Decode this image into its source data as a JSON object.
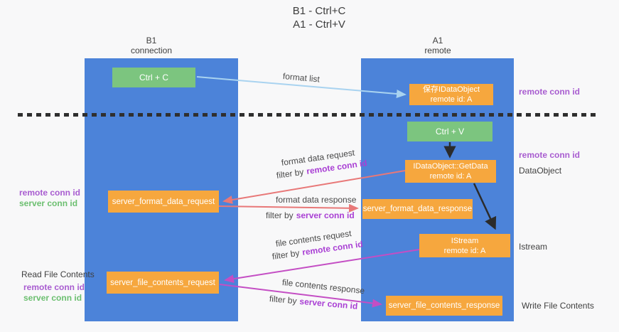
{
  "title": {
    "line1": "B1 - Ctrl+C",
    "line2": "A1 - Ctrl+V"
  },
  "lanes": {
    "left": {
      "header_line1": "B1",
      "header_line2": "connection"
    },
    "right": {
      "header_line1": "A1",
      "header_line2": "remote"
    }
  },
  "boxes": {
    "ctrl_c": {
      "label": "Ctrl + C"
    },
    "ctrl_v": {
      "label": "Ctrl + V"
    },
    "save_dataobject": {
      "line1": "保存IDataObject",
      "line2": "remote id: A"
    },
    "getdata": {
      "line1": "IDataObject::GetData",
      "line2": "remote id: A"
    },
    "istream": {
      "line1": "IStream",
      "line2": "remote id: A"
    },
    "server_format_data_request": {
      "label": "server_format_data_request"
    },
    "server_format_data_response": {
      "label": "server_format_data_response"
    },
    "server_file_contents_request": {
      "label": "server_file_contents_request"
    },
    "server_file_contents_response": {
      "label": "server_file_contents_response"
    }
  },
  "arrows": {
    "format_list": {
      "label": "format list"
    },
    "format_data_request": {
      "label": "format data request",
      "filter_prefix": "filter by",
      "filter_key": "remote conn id"
    },
    "format_data_response": {
      "label": "format data response",
      "filter_prefix": "filter by",
      "filter_key": "server conn id"
    },
    "file_contents_request": {
      "label": "file contents request",
      "filter_prefix": "filter by",
      "filter_key": "remote conn id"
    },
    "file_contents_response": {
      "label": "file contents response",
      "filter_prefix": "filter by",
      "filter_key": "server conn id"
    }
  },
  "annotations": {
    "right": {
      "remote_conn_id_top": "remote conn id",
      "remote_conn_id_mid": "remote conn id",
      "dataobject": "DataObject",
      "istream": "Istream",
      "write_file_contents": "Write File Contents"
    },
    "left": {
      "remote_conn_id_1": "remote conn id",
      "server_conn_id_1": "server conn id",
      "read_file_contents": "Read File Contents",
      "remote_conn_id_2": "remote conn id",
      "server_conn_id_2": "server conn id"
    }
  },
  "colors": {
    "lane_blue": "#4c83d9",
    "node_green": "#7cc57f",
    "node_orange": "#f6a73e",
    "arrow_light_blue": "#a9d3f0",
    "arrow_salmon": "#e87878",
    "arrow_magenta": "#c44ec4",
    "arrow_black": "#2b2b2b",
    "text_purple": "#a85cd0",
    "text_green": "#6cbf70"
  }
}
